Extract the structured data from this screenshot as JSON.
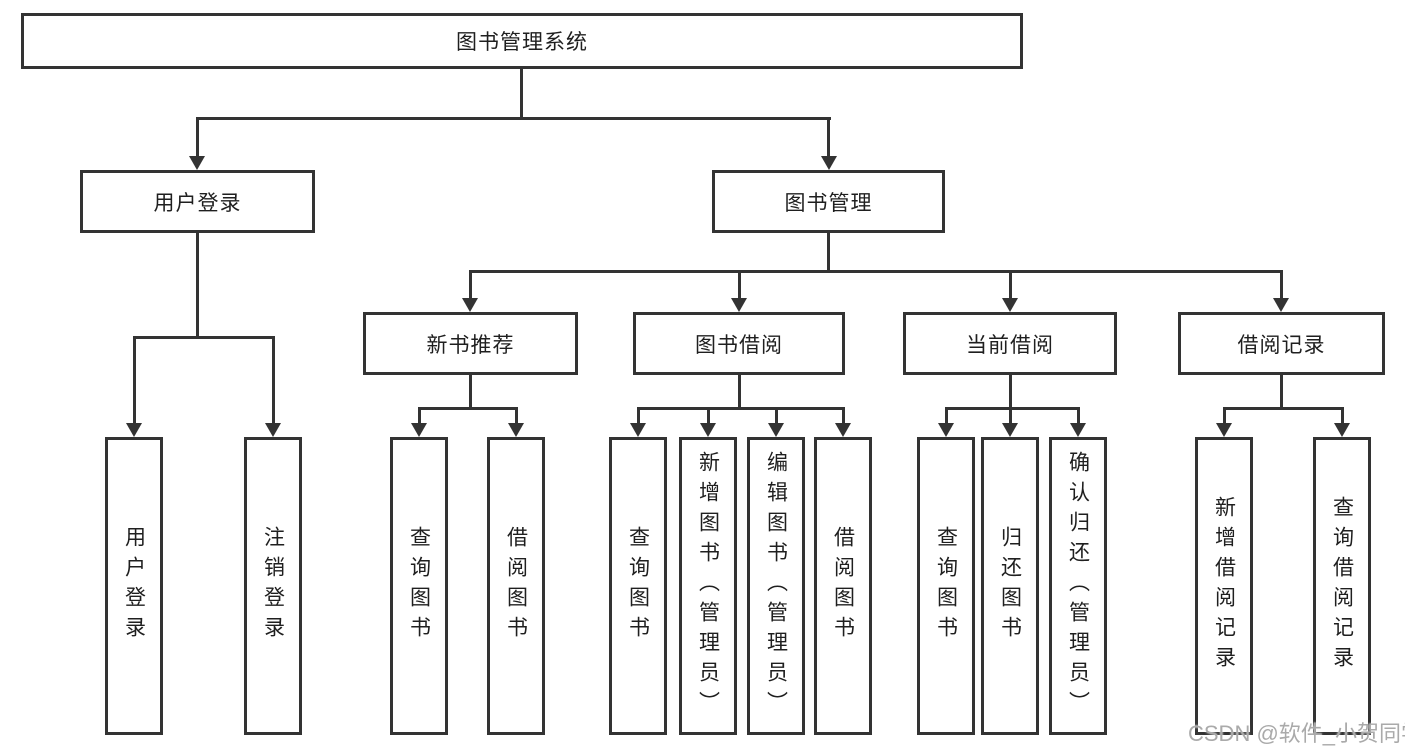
{
  "diagram": {
    "title": "图书管理系统",
    "watermark": "CSDN @软件_小贺同学",
    "colors": {
      "line": "#333333",
      "text": "#1f1f1f",
      "background": "#ffffff",
      "watermark": "#aaaaaa"
    }
  },
  "tree": {
    "root": {
      "label": "图书管理系统"
    },
    "branches": [
      {
        "label": "用户登录",
        "children": [
          {
            "label": "用户登录"
          },
          {
            "label": "注销登录"
          }
        ]
      },
      {
        "label": "图书管理",
        "children": [
          {
            "label": "新书推荐",
            "children": [
              {
                "label": "查询图书"
              },
              {
                "label": "借阅图书"
              }
            ]
          },
          {
            "label": "图书借阅",
            "children": [
              {
                "label": "查询图书"
              },
              {
                "label": "新增图书（管理员）"
              },
              {
                "label": "编辑图书（管理员）"
              },
              {
                "label": "借阅图书"
              }
            ]
          },
          {
            "label": "当前借阅",
            "children": [
              {
                "label": "查询图书"
              },
              {
                "label": "归还图书"
              },
              {
                "label": "确认归还（管理员）"
              }
            ]
          },
          {
            "label": "借阅记录",
            "children": [
              {
                "label": "新增借阅记录"
              },
              {
                "label": "查询借阅记录"
              }
            ]
          }
        ]
      }
    ]
  }
}
